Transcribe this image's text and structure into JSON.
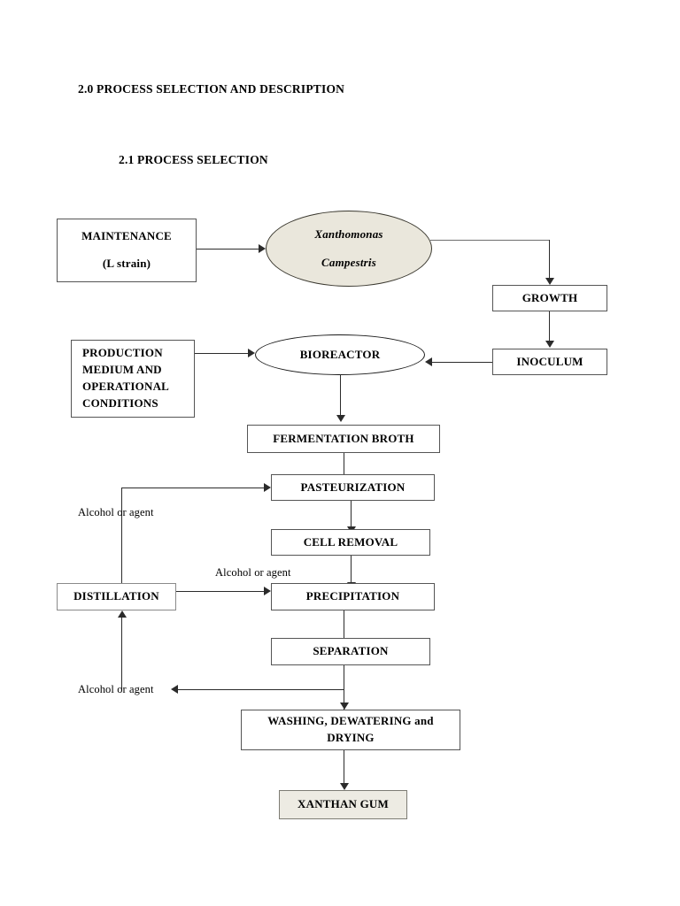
{
  "document": {
    "heading_main": "2.0 PROCESS SELECTION AND DESCRIPTION",
    "heading_sub": "2.1 PROCESS SELECTION"
  },
  "colors": {
    "organism_fill": "#eae7dc",
    "product_fill": "#edebe3",
    "node_border": "#555555",
    "line": "#2b2b2b",
    "page_background": "#ffffff"
  },
  "flowchart": {
    "type": "process-flow-diagram",
    "nodes": [
      {
        "id": "maintenance",
        "shape": "rect",
        "lines": [
          "MAINTENANCE",
          "(L strain)"
        ]
      },
      {
        "id": "organism",
        "shape": "ellipse",
        "lines": [
          "Xanthomonas",
          "Campestris"
        ]
      },
      {
        "id": "growth",
        "shape": "rect",
        "lines": [
          "GROWTH"
        ]
      },
      {
        "id": "inoculum",
        "shape": "rect",
        "lines": [
          "INOCULUM"
        ]
      },
      {
        "id": "medium",
        "shape": "rect",
        "lines": [
          "PRODUCTION",
          "MEDIUM AND",
          "OPERATIONAL",
          "CONDITIONS"
        ]
      },
      {
        "id": "bioreactor",
        "shape": "ellipse",
        "lines": [
          "BIOREACTOR"
        ]
      },
      {
        "id": "broth",
        "shape": "rect",
        "lines": [
          "FERMENTATION BROTH"
        ]
      },
      {
        "id": "pasteurization",
        "shape": "rect",
        "lines": [
          "PASTEURIZATION"
        ]
      },
      {
        "id": "cell_removal",
        "shape": "rect",
        "lines": [
          "CELL REMOVAL"
        ]
      },
      {
        "id": "distillation",
        "shape": "rect",
        "lines": [
          "DISTILLATION"
        ]
      },
      {
        "id": "precipitation",
        "shape": "rect",
        "lines": [
          "PRECIPITATION"
        ]
      },
      {
        "id": "separation",
        "shape": "rect",
        "lines": [
          "SEPARATION"
        ]
      },
      {
        "id": "washing",
        "shape": "rect",
        "lines": [
          "WASHING, DEWATERING and",
          "DRYING"
        ]
      },
      {
        "id": "product",
        "shape": "rect",
        "lines": [
          "XANTHAN GUM"
        ]
      }
    ],
    "edge_labels": [
      {
        "id": "alcohol_1",
        "text": "Alcohol or agent"
      },
      {
        "id": "alcohol_2",
        "text": "Alcohol or agent"
      },
      {
        "id": "alcohol_3",
        "text": "Alcohol or agent"
      }
    ],
    "edges": [
      {
        "from": "maintenance",
        "to": "organism",
        "arrow": "right"
      },
      {
        "from": "organism",
        "to": "growth",
        "arrow": "down"
      },
      {
        "from": "growth",
        "to": "inoculum",
        "arrow": "down"
      },
      {
        "from": "inoculum",
        "to": "bioreactor",
        "arrow": "left"
      },
      {
        "from": "medium",
        "to": "bioreactor",
        "arrow": "right"
      },
      {
        "from": "bioreactor",
        "to": "broth",
        "arrow": "down"
      },
      {
        "from": "broth",
        "to": "pasteurization",
        "arrow": "none"
      },
      {
        "from": "pasteurization",
        "to": "cell_removal",
        "arrow": "down"
      },
      {
        "from": "cell_removal",
        "to": "precipitation",
        "arrow": "down"
      },
      {
        "from": "precipitation",
        "to": "separation",
        "arrow": "none"
      },
      {
        "from": "separation",
        "to": "washing",
        "arrow": "down"
      },
      {
        "from": "washing",
        "to": "product",
        "arrow": "down"
      },
      {
        "from": "distillation",
        "to": "pasteurization",
        "arrow": "right",
        "label": "alcohol_1"
      },
      {
        "from": "distillation",
        "to": "precipitation",
        "arrow": "right",
        "label": "alcohol_2"
      },
      {
        "from": "separation",
        "to": "distillation",
        "arrow": "left",
        "label": "alcohol_3"
      }
    ]
  }
}
